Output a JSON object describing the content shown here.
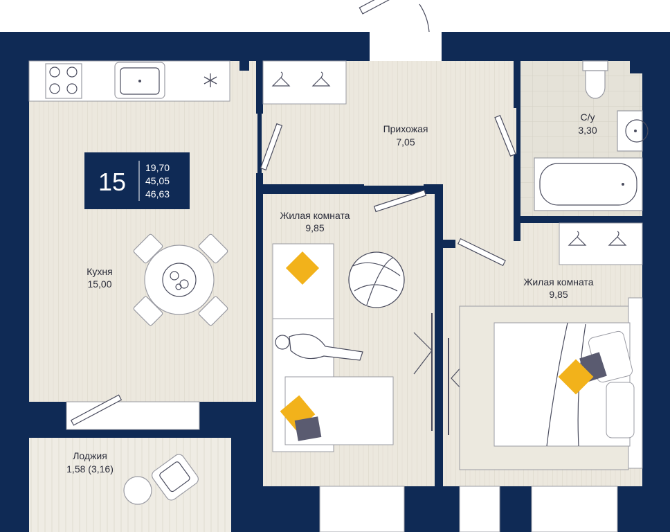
{
  "apartment": {
    "number": "15",
    "areas": [
      "19,70",
      "45,05",
      "46,63"
    ]
  },
  "rooms": {
    "kitchen": {
      "name": "Кухня",
      "area": "15,00"
    },
    "hallway": {
      "name": "Прихожая",
      "area": "7,05"
    },
    "bathroom": {
      "name": "С/у",
      "area": "3,30"
    },
    "living1": {
      "name": "Жилая комната",
      "area": "9,85"
    },
    "living2": {
      "name": "Жилая комната",
      "area": "9,85"
    },
    "loggia": {
      "name": "Лоджия",
      "area": "1,58 (3,16)"
    }
  },
  "colors": {
    "wall": "#0f2a55",
    "floor": "#ede9df",
    "tile": "#e4e1d6",
    "accent": "#f2b21b",
    "pillow_dark": "#5a5b70",
    "text": "#2b2d3a"
  },
  "icons": {
    "stove": "stove-icon",
    "sink": "sink-icon",
    "fridge": "snowflake-icon",
    "hanger": "hanger-icon",
    "toilet": "toilet-icon",
    "bathtub": "bathtub-icon",
    "table": "dining-table-icon",
    "sofa": "sofa-icon",
    "bed": "bed-icon",
    "armchair": "armchair-icon",
    "person": "person-icon"
  }
}
